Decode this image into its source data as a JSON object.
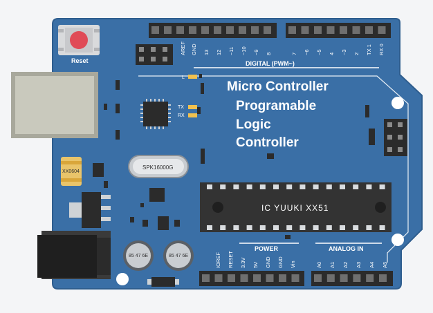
{
  "board": {
    "reset_label": "Reset",
    "digital_label": "DIGITAL (PWM~)",
    "power_label": "POWER",
    "analog_label": "ANALOG IN",
    "title_lines": [
      "Micro Controller",
      "Programable",
      "Logic",
      "Controller"
    ],
    "led_l": "L",
    "led_tx": "TX",
    "led_rx": "RX",
    "crystal_label": "SPK16000G",
    "chip_label": "IC YUUKI XX51",
    "capacitor_label": "XX0604",
    "elcap_label": "85 47 6E",
    "digital_pins": [
      "AREF",
      "GND",
      "13",
      "12",
      "~11",
      "~10",
      "~9",
      "8",
      "7",
      "~6",
      "~5",
      "4",
      "~3",
      "2",
      "TX 1",
      "RX 0"
    ],
    "power_pins": [
      "IOREF",
      "RESET",
      "3.3V",
      "5V",
      "GND",
      "GND",
      "Vin"
    ],
    "analog_pins": [
      "A0",
      "A1",
      "A2",
      "A3",
      "A4",
      "A5"
    ]
  },
  "colors": {
    "board": "#3a6fa6",
    "board_edge": "#2e5d8e",
    "trace": "#ffffff",
    "header": "#2b2b2b",
    "chip": "#333333",
    "reset_button": "#e04b57",
    "usb": "#c9c9bd",
    "jack": "#1f1f1f"
  }
}
